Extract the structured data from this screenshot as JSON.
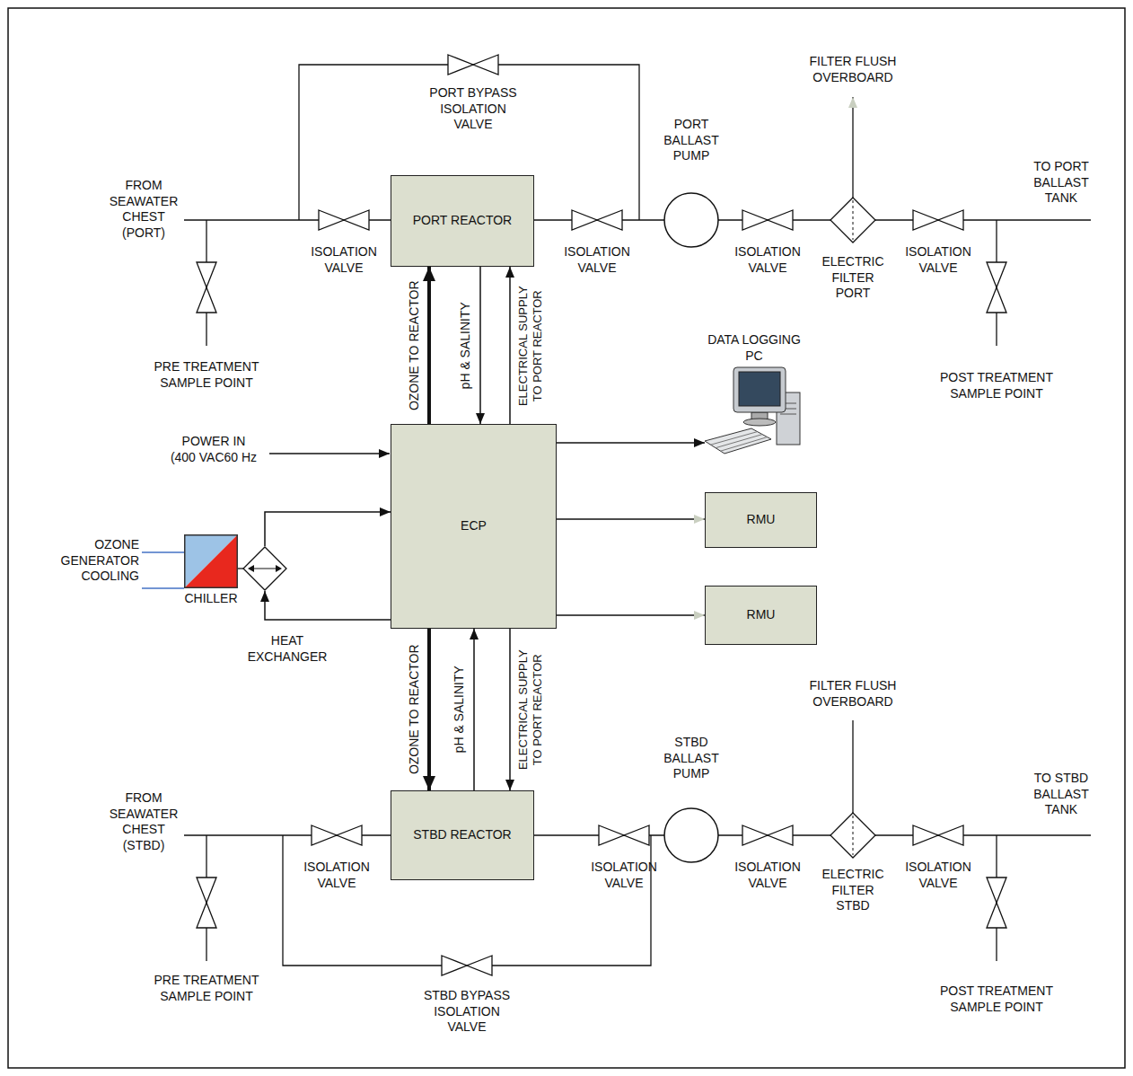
{
  "diagram": {
    "nodes": [
      {
        "text": [
          "PORT REACTOR"
        ]
      },
      {
        "text": [
          "DATA LOGGING PC"
        ]
      },
      {
        "text": [
          "ECP"
        ]
      },
      {
        "text": [
          "RMU"
        ]
      },
      {
        "text": [
          "CHILLER"
        ]
      },
      {
        "text": [
          "HEAT EXCHANGER"
        ]
      },
      {
        "text": [
          "RMU"
        ]
      },
      {
        "text": [
          "STBD REACTOR"
        ]
      }
    ],
    "edges": [
      {
        "from": 2,
        "to": 0,
        "arrow": "to",
        "label": "OZONE TO REACTOR"
      },
      {
        "from": 0,
        "to": 2,
        "arrow": "to",
        "label": "pH & SALINITY"
      },
      {
        "from": 2,
        "to": 0,
        "arrow": "to",
        "label": "ELECTRICAL SUPPLY TO PORT REACTOR"
      },
      {
        "from": 5,
        "to": 2,
        "arrow": "to"
      },
      {
        "from": 2,
        "to": 5,
        "arrow": "to"
      },
      {
        "from": 2,
        "to": 1,
        "arrow": "to"
      },
      {
        "from": 2,
        "to": 3,
        "arrow": "to"
      },
      {
        "from": 2,
        "to": 6,
        "arrow": "to"
      },
      {
        "from": 2,
        "to": 7,
        "arrow": "to",
        "label": "OZONE TO REACTOR"
      },
      {
        "from": 7,
        "to": 2,
        "arrow": "to",
        "label": "pH & SALINITY"
      },
      {
        "from": 2,
        "to": 7,
        "arrow": "to",
        "label": "ELECTRICAL SUPPLY TO PORT REACTOR"
      }
    ],
    "labels": [
      "PORT BYPASS ISOLATION VALVE",
      "FILTER FLUSH OVERBOARD",
      "PORT BALLAST PUMP",
      "TO PORT BALLAST TANK",
      "FROM SEAWATER CHEST (PORT)",
      "ISOLATION VALVE",
      "ISOLATION VALVE",
      "ISOLATION VALVE",
      "ISOLATION VALVE",
      "ELECTRIC FILTER PORT",
      "PRE TREATMENT SAMPLE POINT",
      "POST TREATMENT SAMPLE POINT",
      "POWER IN (400 VAC60 Hz",
      "OZONE GENERATOR COOLING",
      "FILTER FLUSH OVERBOARD",
      "STBD BALLAST PUMP",
      "TO STBD BALLAST TANK",
      "FROM SEAWATER CHEST (STBD)",
      "ISOLATION VALVE",
      "ISOLATION VALVE",
      "ISOLATION VALVE",
      "ISOLATION VALVE",
      "ELECTRIC FILTER STBD",
      "PRE TREATMENT SAMPLE POINT",
      "POST TREATMENT SAMPLE POINT",
      "STBD BYPASS ISOLATION VALVE"
    ]
  }
}
